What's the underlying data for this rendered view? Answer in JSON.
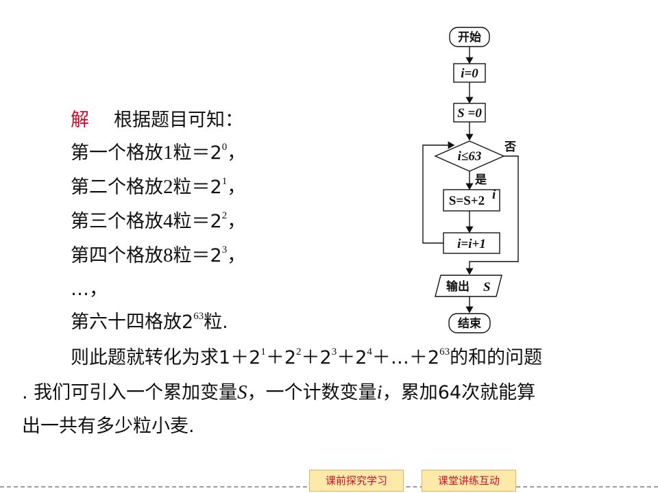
{
  "solution": {
    "heading_label": "解",
    "intro": "根据题目可知：",
    "lines": [
      {
        "text": "第一个格放",
        "n": "1",
        "mid": "粒＝2",
        "exp": "0",
        "end": "，"
      },
      {
        "text": "第二个格放",
        "n": "2",
        "mid": "粒＝2",
        "exp": "1",
        "end": "，"
      },
      {
        "text": "第三个格放",
        "n": "4",
        "mid": "粒＝2",
        "exp": "2",
        "end": "，"
      },
      {
        "text": "第四个格放",
        "n": "8",
        "mid": "粒＝2",
        "exp": "3",
        "end": "，"
      }
    ],
    "ellipsis": "…，",
    "last_line": {
      "pre": "第六十四格放2",
      "exp": "63",
      "post": "粒."
    },
    "para1_pre": "则此题就转化为求1＋2",
    "para1_terms": [
      {
        "exp": "1",
        "after": "＋2"
      },
      {
        "exp": "2",
        "after": "＋2"
      },
      {
        "exp": "3",
        "after": "＋2"
      },
      {
        "exp": "4",
        "after": "＋…＋2"
      },
      {
        "exp": "63",
        "after": "的和的问题"
      }
    ],
    "para2_a": ". 我们可引入一个累加变量",
    "para2_var1": "S",
    "para2_b": "，一个计数变量",
    "para2_var2": "i",
    "para2_c": "，累加64次就能算",
    "para3": "出一共有多少粒小麦."
  },
  "flowchart": {
    "start": "开始",
    "init_i": "i=0",
    "init_s": "S =0",
    "condition": "i≤63",
    "no_label": "否",
    "yes_label": "是",
    "accumulate": "S=S+2",
    "accumulate_exp": "i",
    "increment": "i=i+1",
    "output_label": "输出",
    "output_var": "S",
    "end": "结束"
  },
  "nav": {
    "prev_label": "课前探究学习",
    "next_label": "课堂讲练互动"
  }
}
